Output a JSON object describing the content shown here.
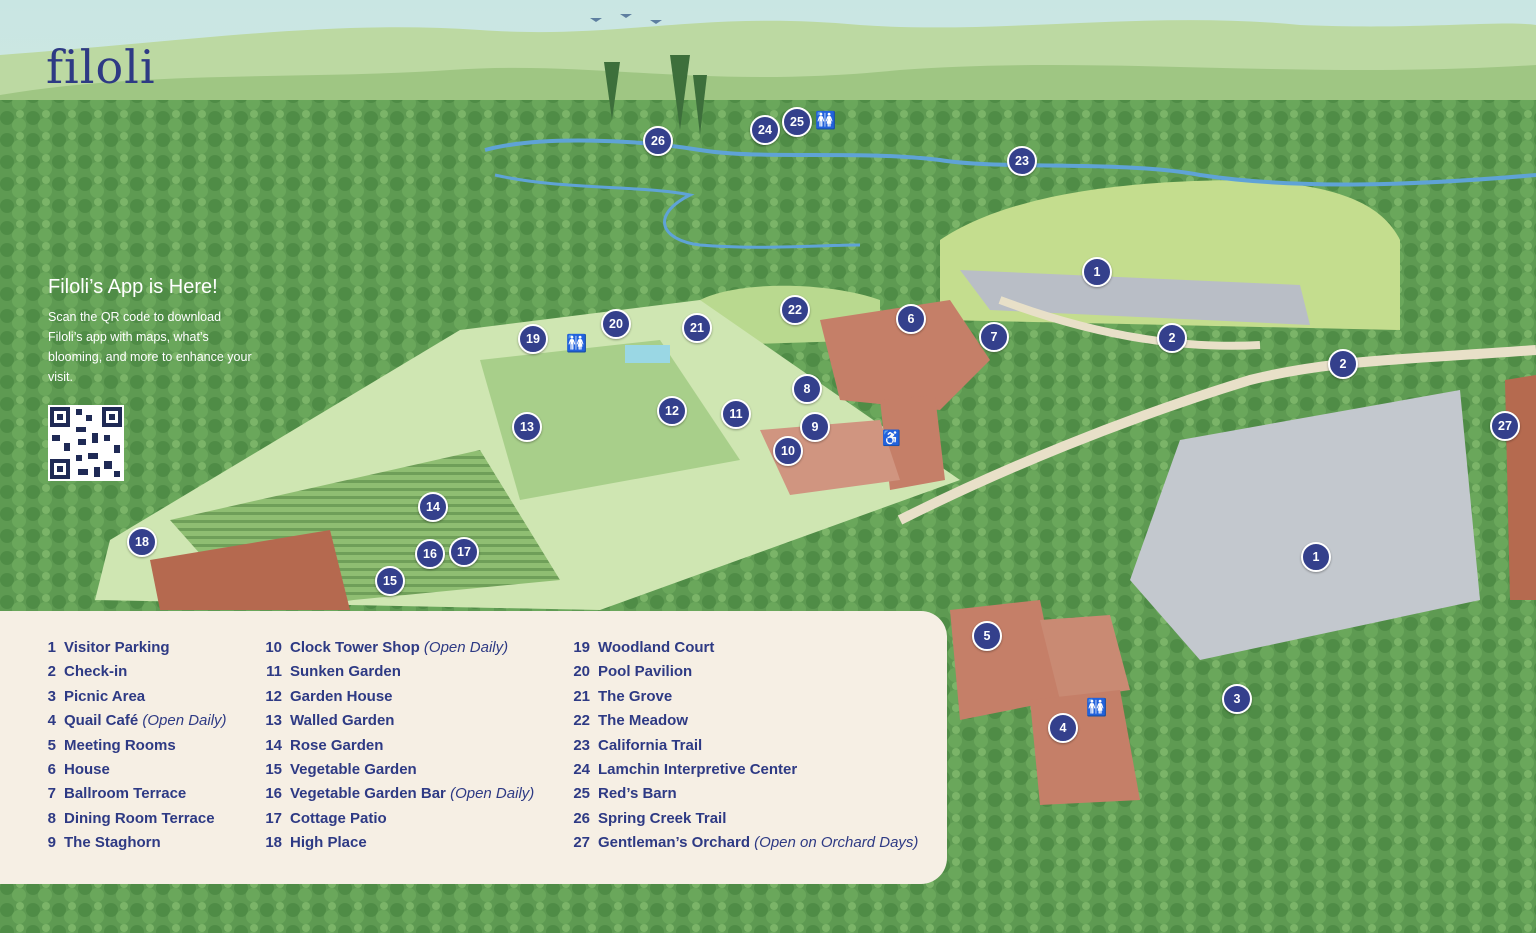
{
  "brand": {
    "logo": "filoli"
  },
  "app_promo": {
    "title": "Filoli’s App is Here!",
    "body": "Scan the QR code to download Filoli’s app with maps, what’s blooming, and more to enhance your visit."
  },
  "colors": {
    "navy": "#34408c",
    "legend_bg": "#f6efe4",
    "forest": "#4f8f4a",
    "lawn": "#b9d98f"
  },
  "icons": {
    "restroom": "restroom-icon",
    "accessible": "wheelchair-icon",
    "qr": "qr-code-icon"
  },
  "legend": {
    "col1": [
      {
        "n": "1",
        "name": "Visitor Parking",
        "note": ""
      },
      {
        "n": "2",
        "name": "Check-in",
        "note": ""
      },
      {
        "n": "3",
        "name": "Picnic Area",
        "note": ""
      },
      {
        "n": "4",
        "name": "Quail Café",
        "note": "(Open Daily)"
      },
      {
        "n": "5",
        "name": "Meeting Rooms",
        "note": ""
      },
      {
        "n": "6",
        "name": "House",
        "note": ""
      },
      {
        "n": "7",
        "name": "Ballroom Terrace",
        "note": ""
      },
      {
        "n": "8",
        "name": "Dining Room Terrace",
        "note": ""
      },
      {
        "n": "9",
        "name": "The Staghorn",
        "note": ""
      }
    ],
    "col2": [
      {
        "n": "10",
        "name": "Clock Tower Shop",
        "note": "(Open Daily)"
      },
      {
        "n": "11",
        "name": "Sunken Garden",
        "note": ""
      },
      {
        "n": "12",
        "name": "Garden House",
        "note": ""
      },
      {
        "n": "13",
        "name": "Walled Garden",
        "note": ""
      },
      {
        "n": "14",
        "name": "Rose Garden",
        "note": ""
      },
      {
        "n": "15",
        "name": "Vegetable Garden",
        "note": ""
      },
      {
        "n": "16",
        "name": "Vegetable Garden Bar",
        "note": "(Open Daily)"
      },
      {
        "n": "17",
        "name": "Cottage Patio",
        "note": ""
      },
      {
        "n": "18",
        "name": "High Place",
        "note": ""
      }
    ],
    "col3": [
      {
        "n": "19",
        "name": "Woodland Court",
        "note": ""
      },
      {
        "n": "20",
        "name": "Pool Pavilion",
        "note": ""
      },
      {
        "n": "21",
        "name": "The Grove",
        "note": ""
      },
      {
        "n": "22",
        "name": "The Meadow",
        "note": ""
      },
      {
        "n": "23",
        "name": "California Trail",
        "note": ""
      },
      {
        "n": "24",
        "name": "Lamchin Interpretive Center",
        "note": ""
      },
      {
        "n": "25",
        "name": "Red’s Barn",
        "note": ""
      },
      {
        "n": "26",
        "name": "Spring Creek Trail",
        "note": ""
      },
      {
        "n": "27",
        "name": "Gentleman’s Orchard",
        "note": "(Open on Orchard Days)"
      }
    ]
  },
  "markers": [
    "1",
    "1",
    "2",
    "2",
    "3",
    "4",
    "5",
    "6",
    "7",
    "8",
    "9",
    "10",
    "11",
    "12",
    "13",
    "14",
    "15",
    "16",
    "17",
    "18",
    "19",
    "20",
    "21",
    "22",
    "23",
    "24",
    "25",
    "26",
    "27"
  ]
}
